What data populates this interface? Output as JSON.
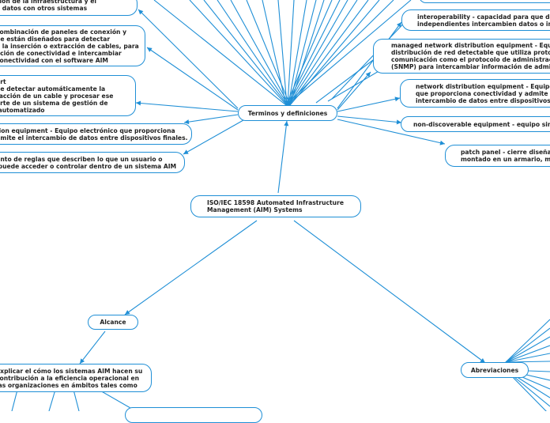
{
  "colors": {
    "line": "#1f8fd6",
    "node_border": "#1f8fd6",
    "text": "#222222",
    "background": "#ffffff"
  },
  "nodes": {
    "root": "ISO/IEC 18598 Automated Infrastructure\nManagement (AIM) Systems",
    "terminos": "Terminos y definiciones",
    "alcance": "Alcance",
    "abreviaciones": "Abreviaciones",
    "alcance_child": "Explicar el cómo los sistemas AIM hacen su\ncontribución a la eficiencia operacional en\nlas organizaciones en ámbitos tales como",
    "def_infra": "ción de la infraestructura y el\ne datos con otros sistemas",
    "def_combination": "combinación de paneles de conexión y\nue están diseñados para detectar\ne la inserción o extracción de cables, para\nación de conectividad e intercambiar\nconectividad con el software AIM",
    "def_port": "ort\nde detectar automáticamente la\nracción de un cable y procesar ese\narte de un sistema de gestión de\n automatizado",
    "def_connection_eq": "tion equipment - Equipo electrónico que proporciona\ndmite el intercambio de datos entre dispositivos finales.",
    "def_reglas": "unto de reglas que describen lo que un usuario o\n puede acceder o controlar dentro de un sistema AIM",
    "def_interop": "interoperability - capacidad para que dos o\nindependientes intercambien datos o inform",
    "def_managed": "managed network distribution equipment - Equipo\ndistribución de red detectable que utiliza protocolo\ncomunicación como el protocolo de administración\n(SNMP) para intercambiar información de administ",
    "def_network": "network distribution equipment - Equipo el\nque proporciona conectividad y admite el\nintercambio de datos entre dispositivos fina",
    "def_nondiscoverable": "non-discoverable equipment - equipo sin dir",
    "def_patch": "patch panel - cierre diseñado\nmontado en un armario, mar"
  }
}
